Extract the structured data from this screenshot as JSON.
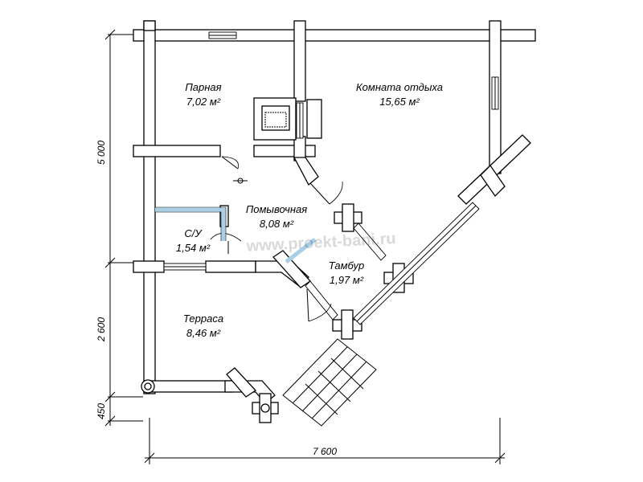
{
  "rooms": [
    {
      "name": "Парная",
      "area": "7,02 м²"
    },
    {
      "name": "Комната отдыха",
      "area": "15,65 м²"
    },
    {
      "name": "Помывочная",
      "area": "8,08 м²"
    },
    {
      "name": "С/У",
      "area": "1,54 м²"
    },
    {
      "name": "Тамбур",
      "area": "1,97 м²"
    },
    {
      "name": "Терраса",
      "area": "8,46 м²"
    }
  ],
  "dimensions": {
    "top_left_vertical": "5 000",
    "middle_left_vertical": "2 600",
    "bottom_left_vertical": "450",
    "bottom_horizontal": "7 600"
  },
  "watermark": "www.proekt-bani.ru"
}
